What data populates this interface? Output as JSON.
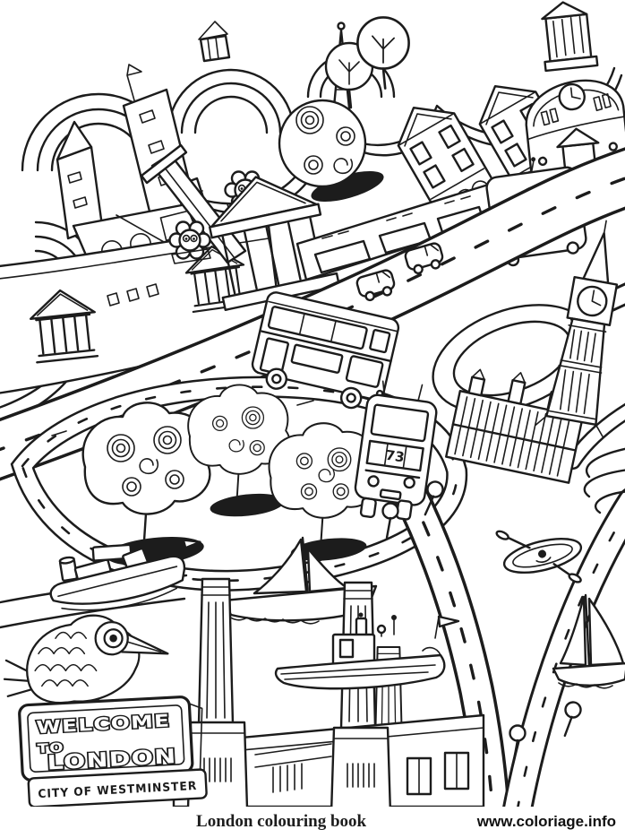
{
  "page": {
    "background_color": "#ffffff",
    "ink_color": "#1c1c1c"
  },
  "illustration": {
    "kind": "black and white colouring-page line art",
    "subject": "Whimsical doodle map of central London: clouds, landmarks, roads, buses, river and boats",
    "sign": {
      "line1": "WELCOME",
      "line2": "TO",
      "line3": "LONDON",
      "subtitle": "CITY OF WESTMINSTER"
    },
    "bus_front": {
      "route_number": "73"
    },
    "elements": [
      "cloud-swirls",
      "city-towers",
      "nelsons-column",
      "lion-statues",
      "gallery-portico",
      "church-spire",
      "swirl-ball-tree",
      "lollipop-trees",
      "crescent-building",
      "shop-fronts",
      "small-cars",
      "townhouses",
      "domed-clock-building",
      "delivery-van-with-face",
      "main-road",
      "park-loop-road",
      "bridge-with-lampposts",
      "roundabout",
      "big-ben",
      "westminster-palace",
      "park-swirl-trees",
      "double-decker-bus-side",
      "double-decker-bus-front",
      "river-roads",
      "sailboats",
      "tug-boat",
      "rowing-boat",
      "cargo-boat",
      "battersea-power-station",
      "pigeon",
      "welcome-sign",
      "bird-wing"
    ]
  },
  "footer": {
    "caption": "London colouring book",
    "watermark": "www.coloriage.info"
  }
}
